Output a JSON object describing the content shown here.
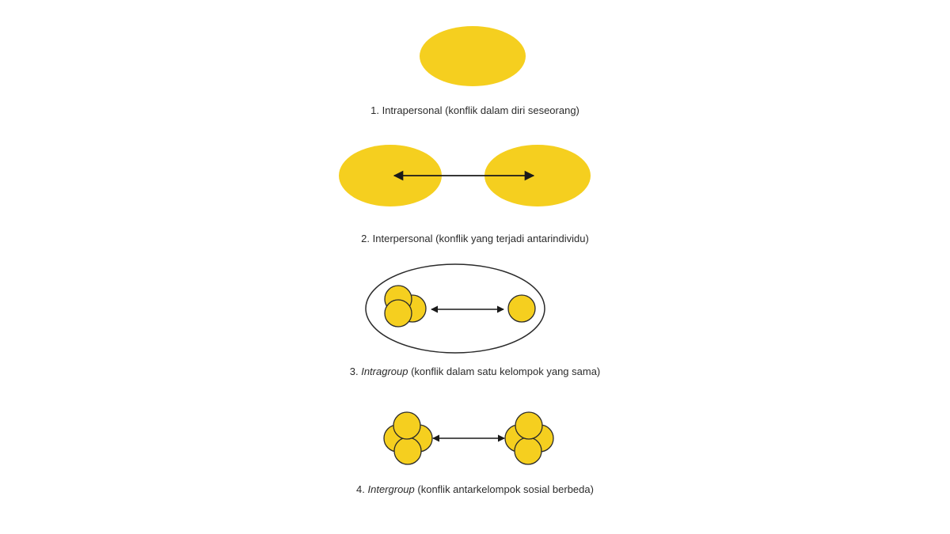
{
  "colors": {
    "fill": "#F5CF1F",
    "stroke": "#2a2a2a",
    "background": "#ffffff"
  },
  "diagram": {
    "items": [
      {
        "number": "1.",
        "term": "Intrapersonal",
        "term_italic": false,
        "description": "(konflik dalam diri seseorang)"
      },
      {
        "number": "2.",
        "term": "Interpersonal",
        "term_italic": false,
        "description": "(konflik yang terjadi antarindividu)"
      },
      {
        "number": "3.",
        "term": "Intragroup",
        "term_italic": true,
        "description": "(konflik dalam satu kelompok yang sama)"
      },
      {
        "number": "4.",
        "term": "Intergroup",
        "term_italic": true,
        "description": "(konflik antarkelompok sosial berbeda)"
      }
    ]
  }
}
